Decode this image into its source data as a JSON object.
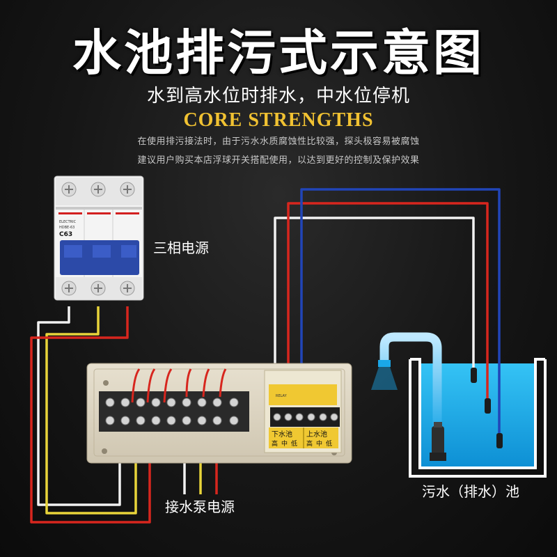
{
  "header": {
    "title": "水池排污式示意图",
    "subtitle": "水到高水位时排水，中水位停机",
    "core_title": "CORE STRENGTHS",
    "note_line1": "在使用排污接法时，由于污水水质腐蚀性比较强，探头极容易被腐蚀",
    "note_line2": "建议用户购买本店浮球开关搭配使用，以达到更好的控制及保护效果"
  },
  "breaker": {
    "brand": "ELECTRIC",
    "model": "HDBE-63",
    "rating": "C63"
  },
  "controller": {
    "board_text": "RELAY",
    "label_lower": "下水池",
    "label_upper": "上水池",
    "lower_positions": [
      "高",
      "中",
      "低"
    ],
    "upper_positions": [
      "高",
      "中",
      "低"
    ]
  },
  "labels": {
    "three_phase": "三相电源",
    "pump_power": "接水泵电源",
    "sewage_pool": "污水（排水）池"
  },
  "colors": {
    "wire_white": "#f2f2f2",
    "wire_yellow": "#e8d43a",
    "wire_red": "#d7261e",
    "wire_blue": "#2145b8",
    "water": "#1fb2ee",
    "accent": "#f1c232"
  }
}
